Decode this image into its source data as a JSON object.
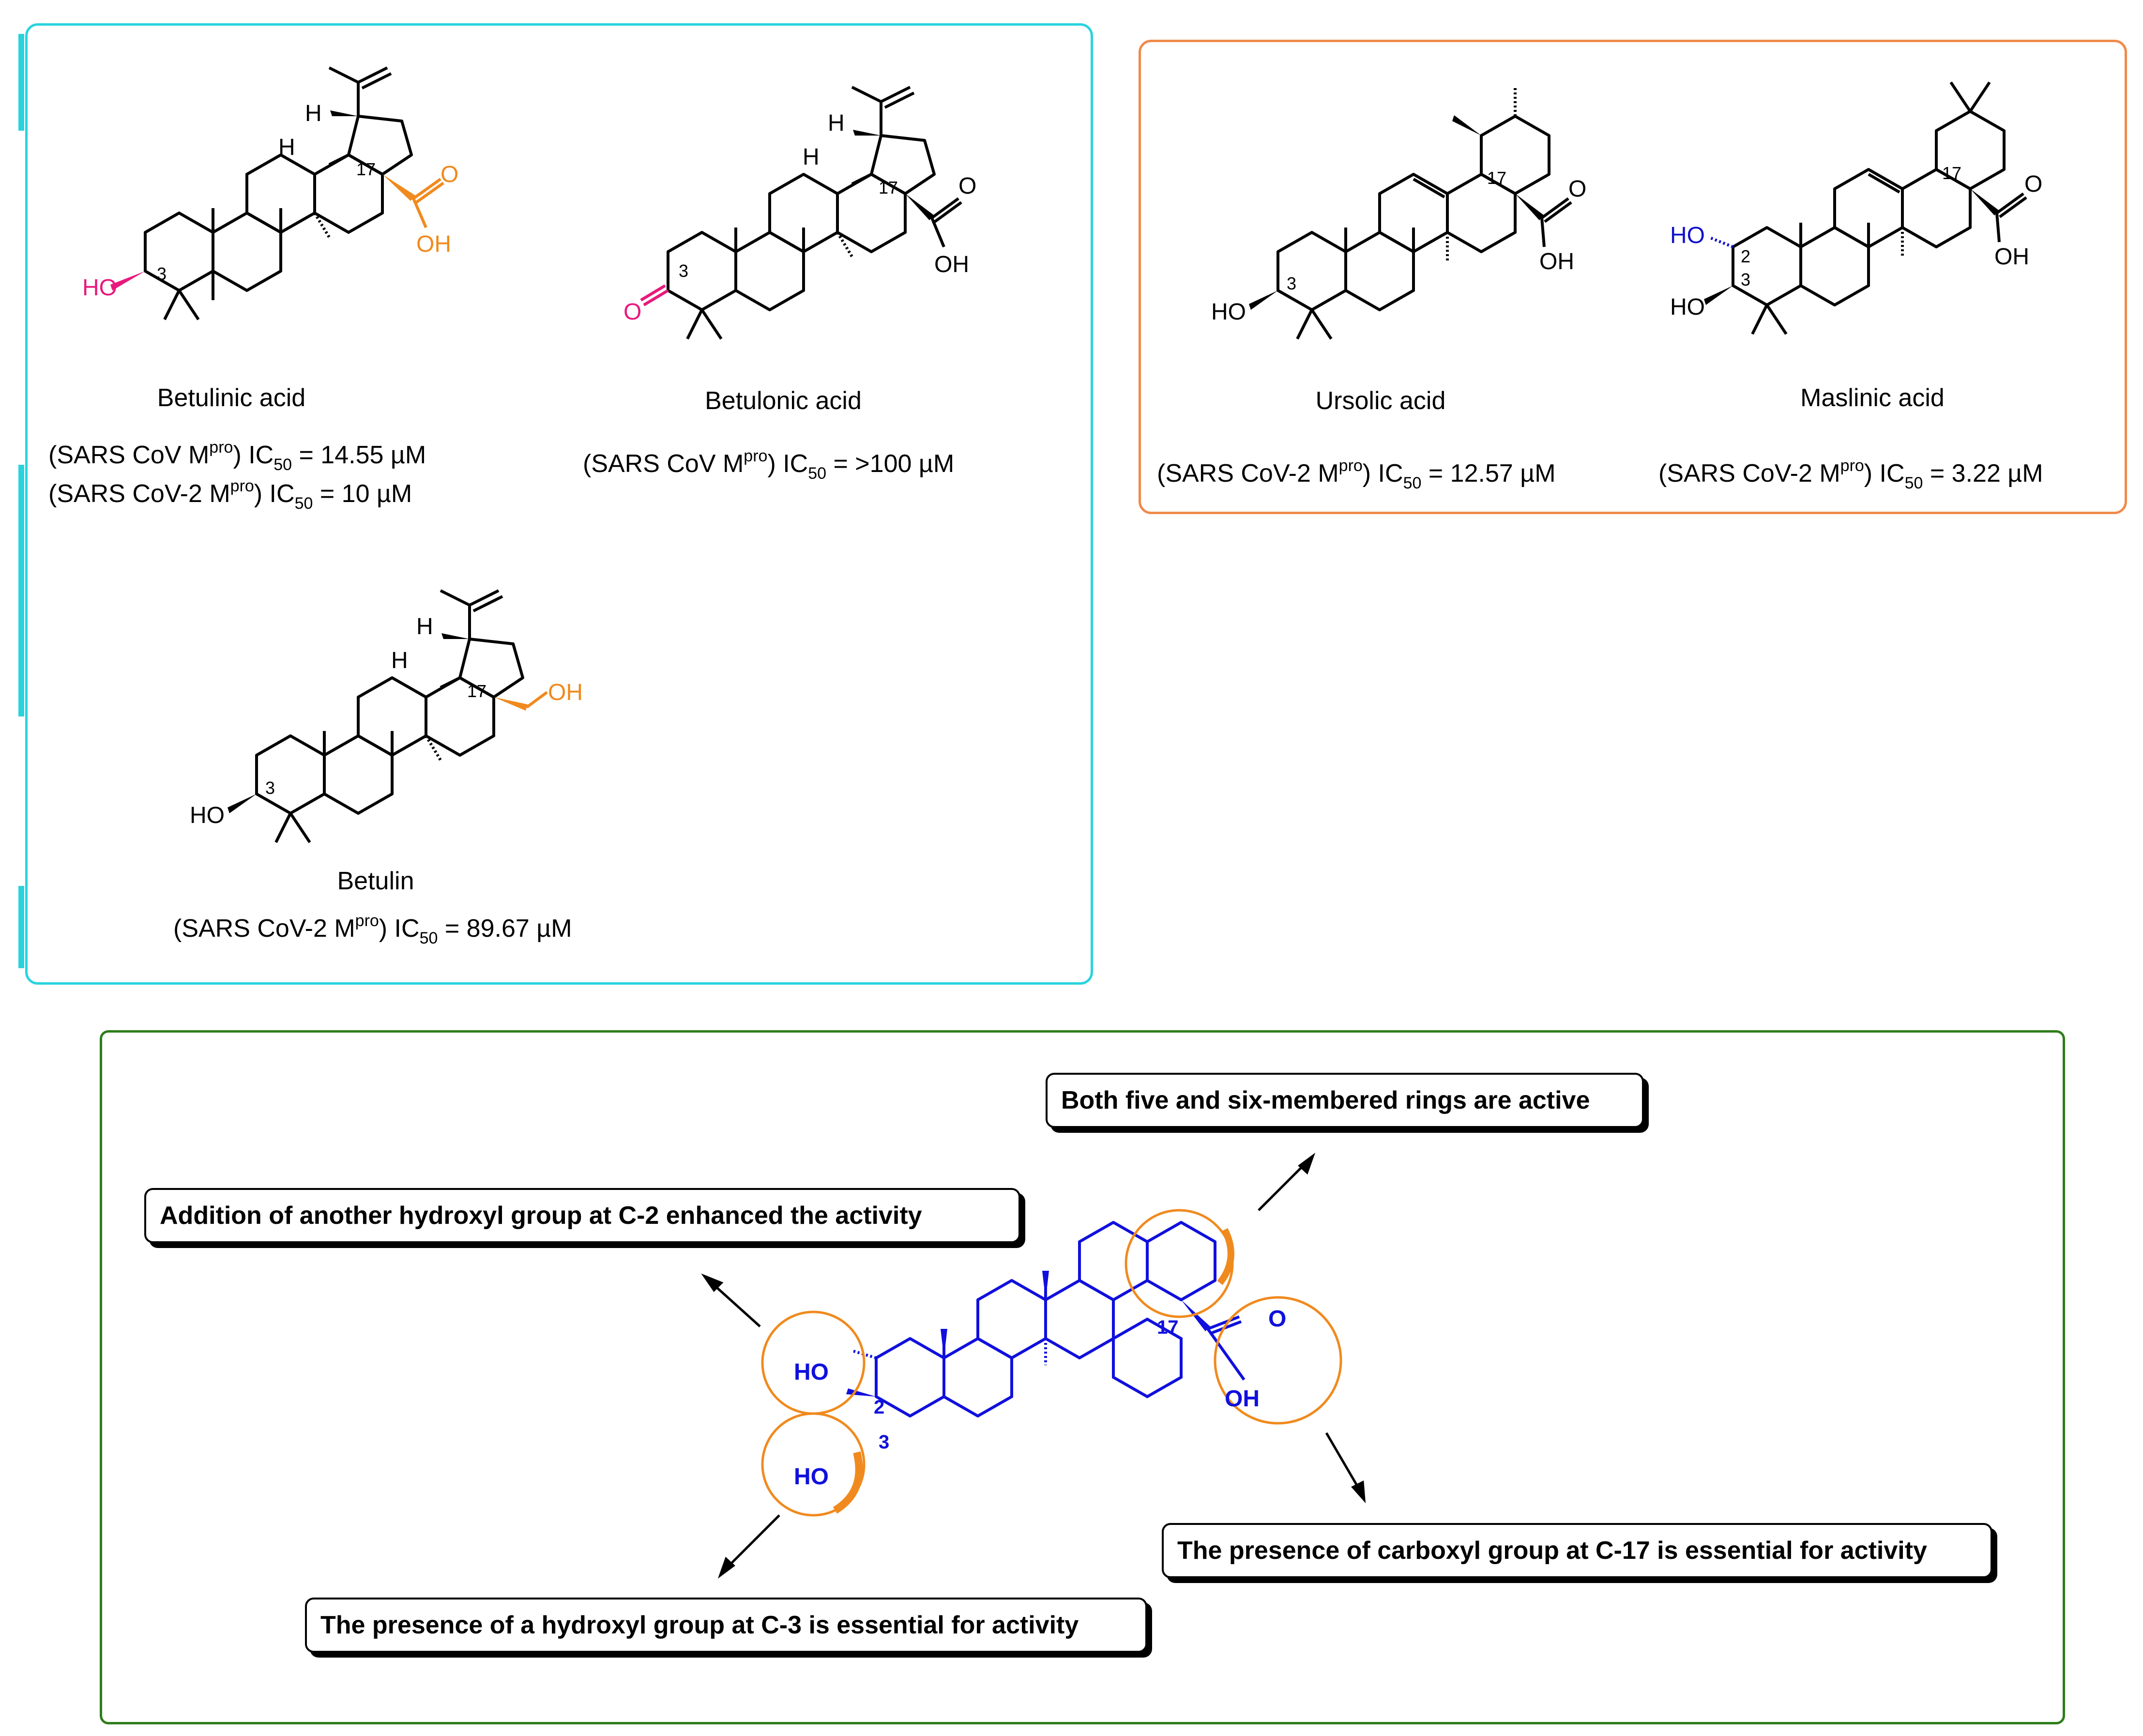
{
  "compounds": [
    {
      "name": "Betulinic acid",
      "ic50_lines": [
        {
          "prefix": "(SARS CoV M",
          "sup": "pro",
          "mid": ") IC",
          "sub": "50",
          "suffix": " = 14.55 µM"
        },
        {
          "prefix": "(SARS CoV-2 M",
          "sup": "pro",
          "mid": ") IC",
          "sub": "50",
          "suffix": " = 10 µM"
        }
      ],
      "atom_labels": {
        "hydroxyl": "HO",
        "acid_o": "O",
        "acid_oh": "OH",
        "h1": "H",
        "h2": "H",
        "c3": "3",
        "c17": "17"
      }
    },
    {
      "name": "Betulonic acid",
      "ic50_lines": [
        {
          "prefix": "(SARS CoV M",
          "sup": "pro",
          "mid": ") IC",
          "sub": "50",
          "suffix": " = >100 µM"
        }
      ],
      "atom_labels": {
        "ketone": "O",
        "acid_o": "O",
        "acid_oh": "OH",
        "h1": "H",
        "h2": "H",
        "c3": "3",
        "c17": "17"
      }
    },
    {
      "name": "Betulin",
      "ic50_lines": [
        {
          "prefix": "(SARS CoV-2 M",
          "sup": "pro",
          "mid": ") IC",
          "sub": "50",
          "suffix": " = 89.67 µM"
        }
      ],
      "atom_labels": {
        "hydroxyl": "HO",
        "ch2oh": "OH",
        "h1": "H",
        "h2": "H",
        "c3": "3",
        "c17": "17"
      }
    },
    {
      "name": "Ursolic acid",
      "ic50_lines": [
        {
          "prefix": "(SARS CoV-2 M",
          "sup": "pro",
          "mid": ") IC",
          "sub": "50",
          "suffix": " = 12.57 µM"
        }
      ],
      "atom_labels": {
        "hydroxyl": "HO",
        "acid_o": "O",
        "acid_oh": "OH",
        "c3": "3",
        "c17": "17"
      }
    },
    {
      "name": "Maslinic acid",
      "ic50_lines": [
        {
          "prefix": "(SARS CoV-2 M",
          "sup": "pro",
          "mid": ") IC",
          "sub": "50",
          "suffix": " = 3.22 µM"
        }
      ],
      "atom_labels": {
        "hydroxyl2": "HO",
        "hydroxyl3": "HO",
        "acid_o": "O",
        "acid_oh": "OH",
        "c2": "2",
        "c3": "3",
        "c17": "17"
      }
    }
  ],
  "sar": {
    "atom_labels": {
      "ho2": "HO",
      "ho3": "HO",
      "acid_o": "O",
      "acid_oh": "OH",
      "c2": "2",
      "c3": "3",
      "c17": "17"
    },
    "callouts": {
      "c2": "Addition of another hydroxyl group at C-2 enhanced the activity",
      "rings": "Both five and six-membered rings are active",
      "c17": "The presence of carboxyl group at C-17 is essential for activity",
      "c3": "The presence of a hydroxyl group at C-3 is essential for activity"
    }
  },
  "colors": {
    "betulinic_box": "#29d3de",
    "oleanane_box": "#f08a4b",
    "sar_box": "#2e7d1a",
    "c3_highlight": "#e8197c",
    "c17_highlight": "#f08a1e",
    "maslinic_c2": "#1010cc",
    "sar_skeleton": "#1010dd",
    "sar_circles": "#f08a1e"
  }
}
